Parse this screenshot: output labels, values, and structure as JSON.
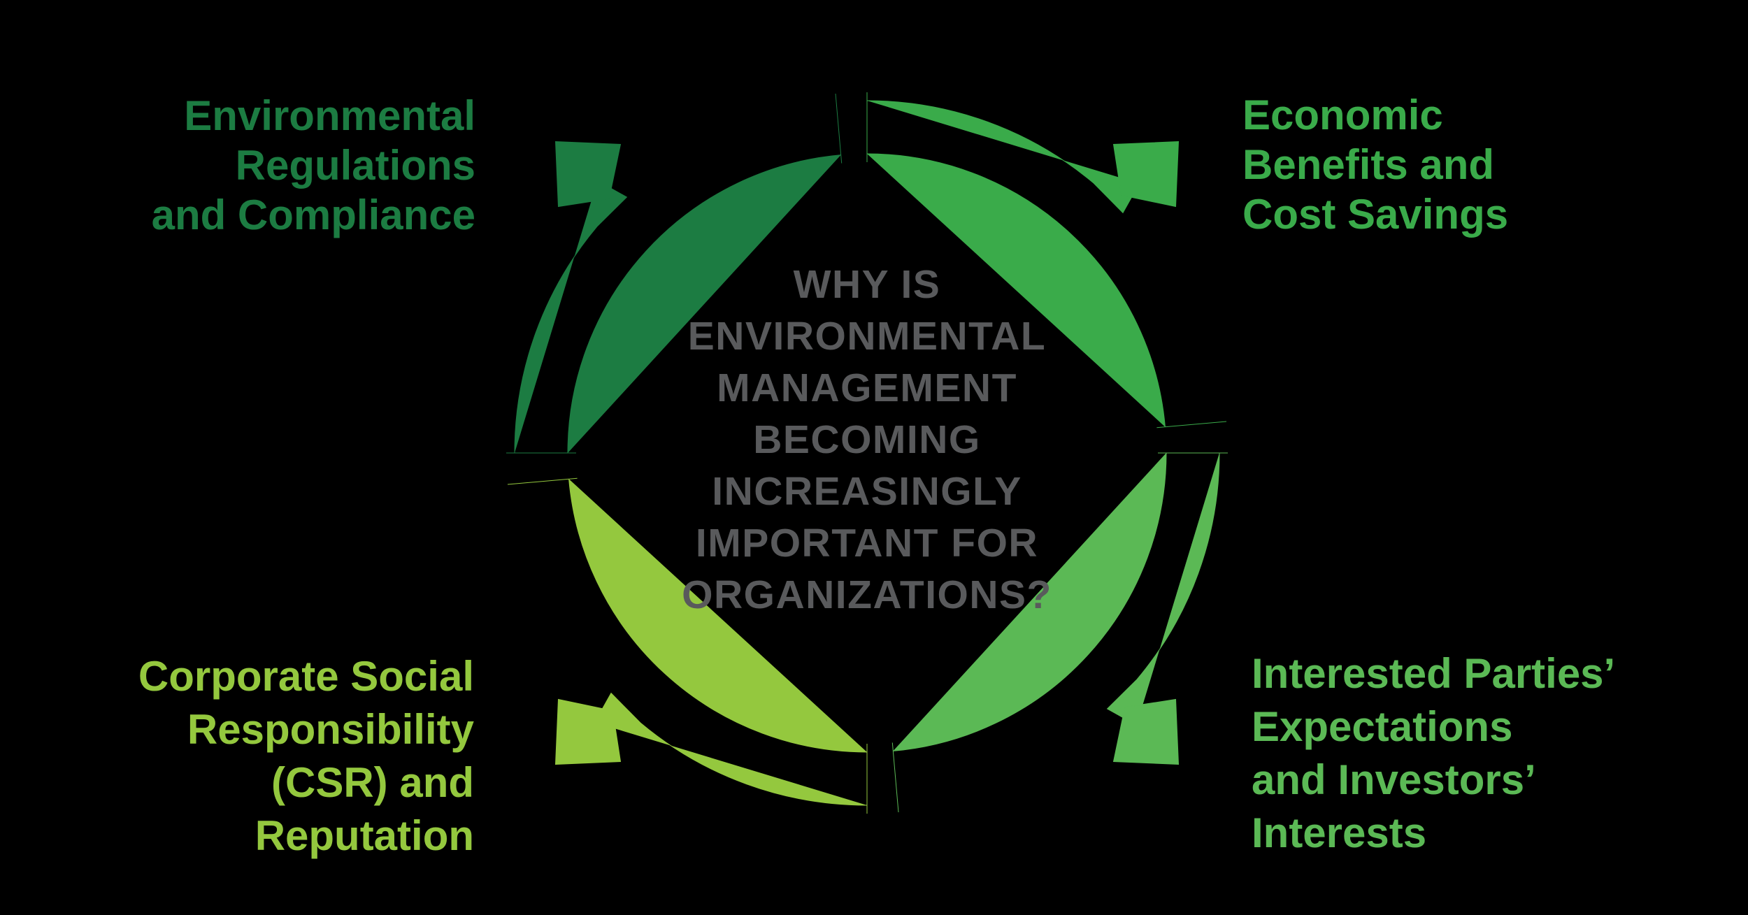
{
  "background_color": "#000000",
  "center_question": {
    "color": "#595a5c",
    "lines": [
      "WHY IS",
      "ENVIRONMENTAL",
      "MANAGEMENT",
      "BECOMING",
      "INCREASINGLY",
      "IMPORTANT FOR",
      "ORGANIZATIONS?"
    ]
  },
  "segments": {
    "top_left": {
      "color": "#1c7c42",
      "label_lines": [
        "Environmental",
        "Regulations",
        "and Compliance"
      ]
    },
    "top_right": {
      "color": "#3aab4a",
      "label_lines": [
        "Economic",
        "Benefits and",
        "Cost Savings"
      ]
    },
    "bottom_right": {
      "color": "#5bb955",
      "label_lines": [
        "Interested Parties’",
        "Expectations",
        "and Investors’",
        "Interests"
      ]
    },
    "bottom_left": {
      "color": "#94c83e",
      "label_lines": [
        "Corporate Social",
        "Responsibility",
        "(CSR) and",
        "Reputation"
      ]
    }
  }
}
